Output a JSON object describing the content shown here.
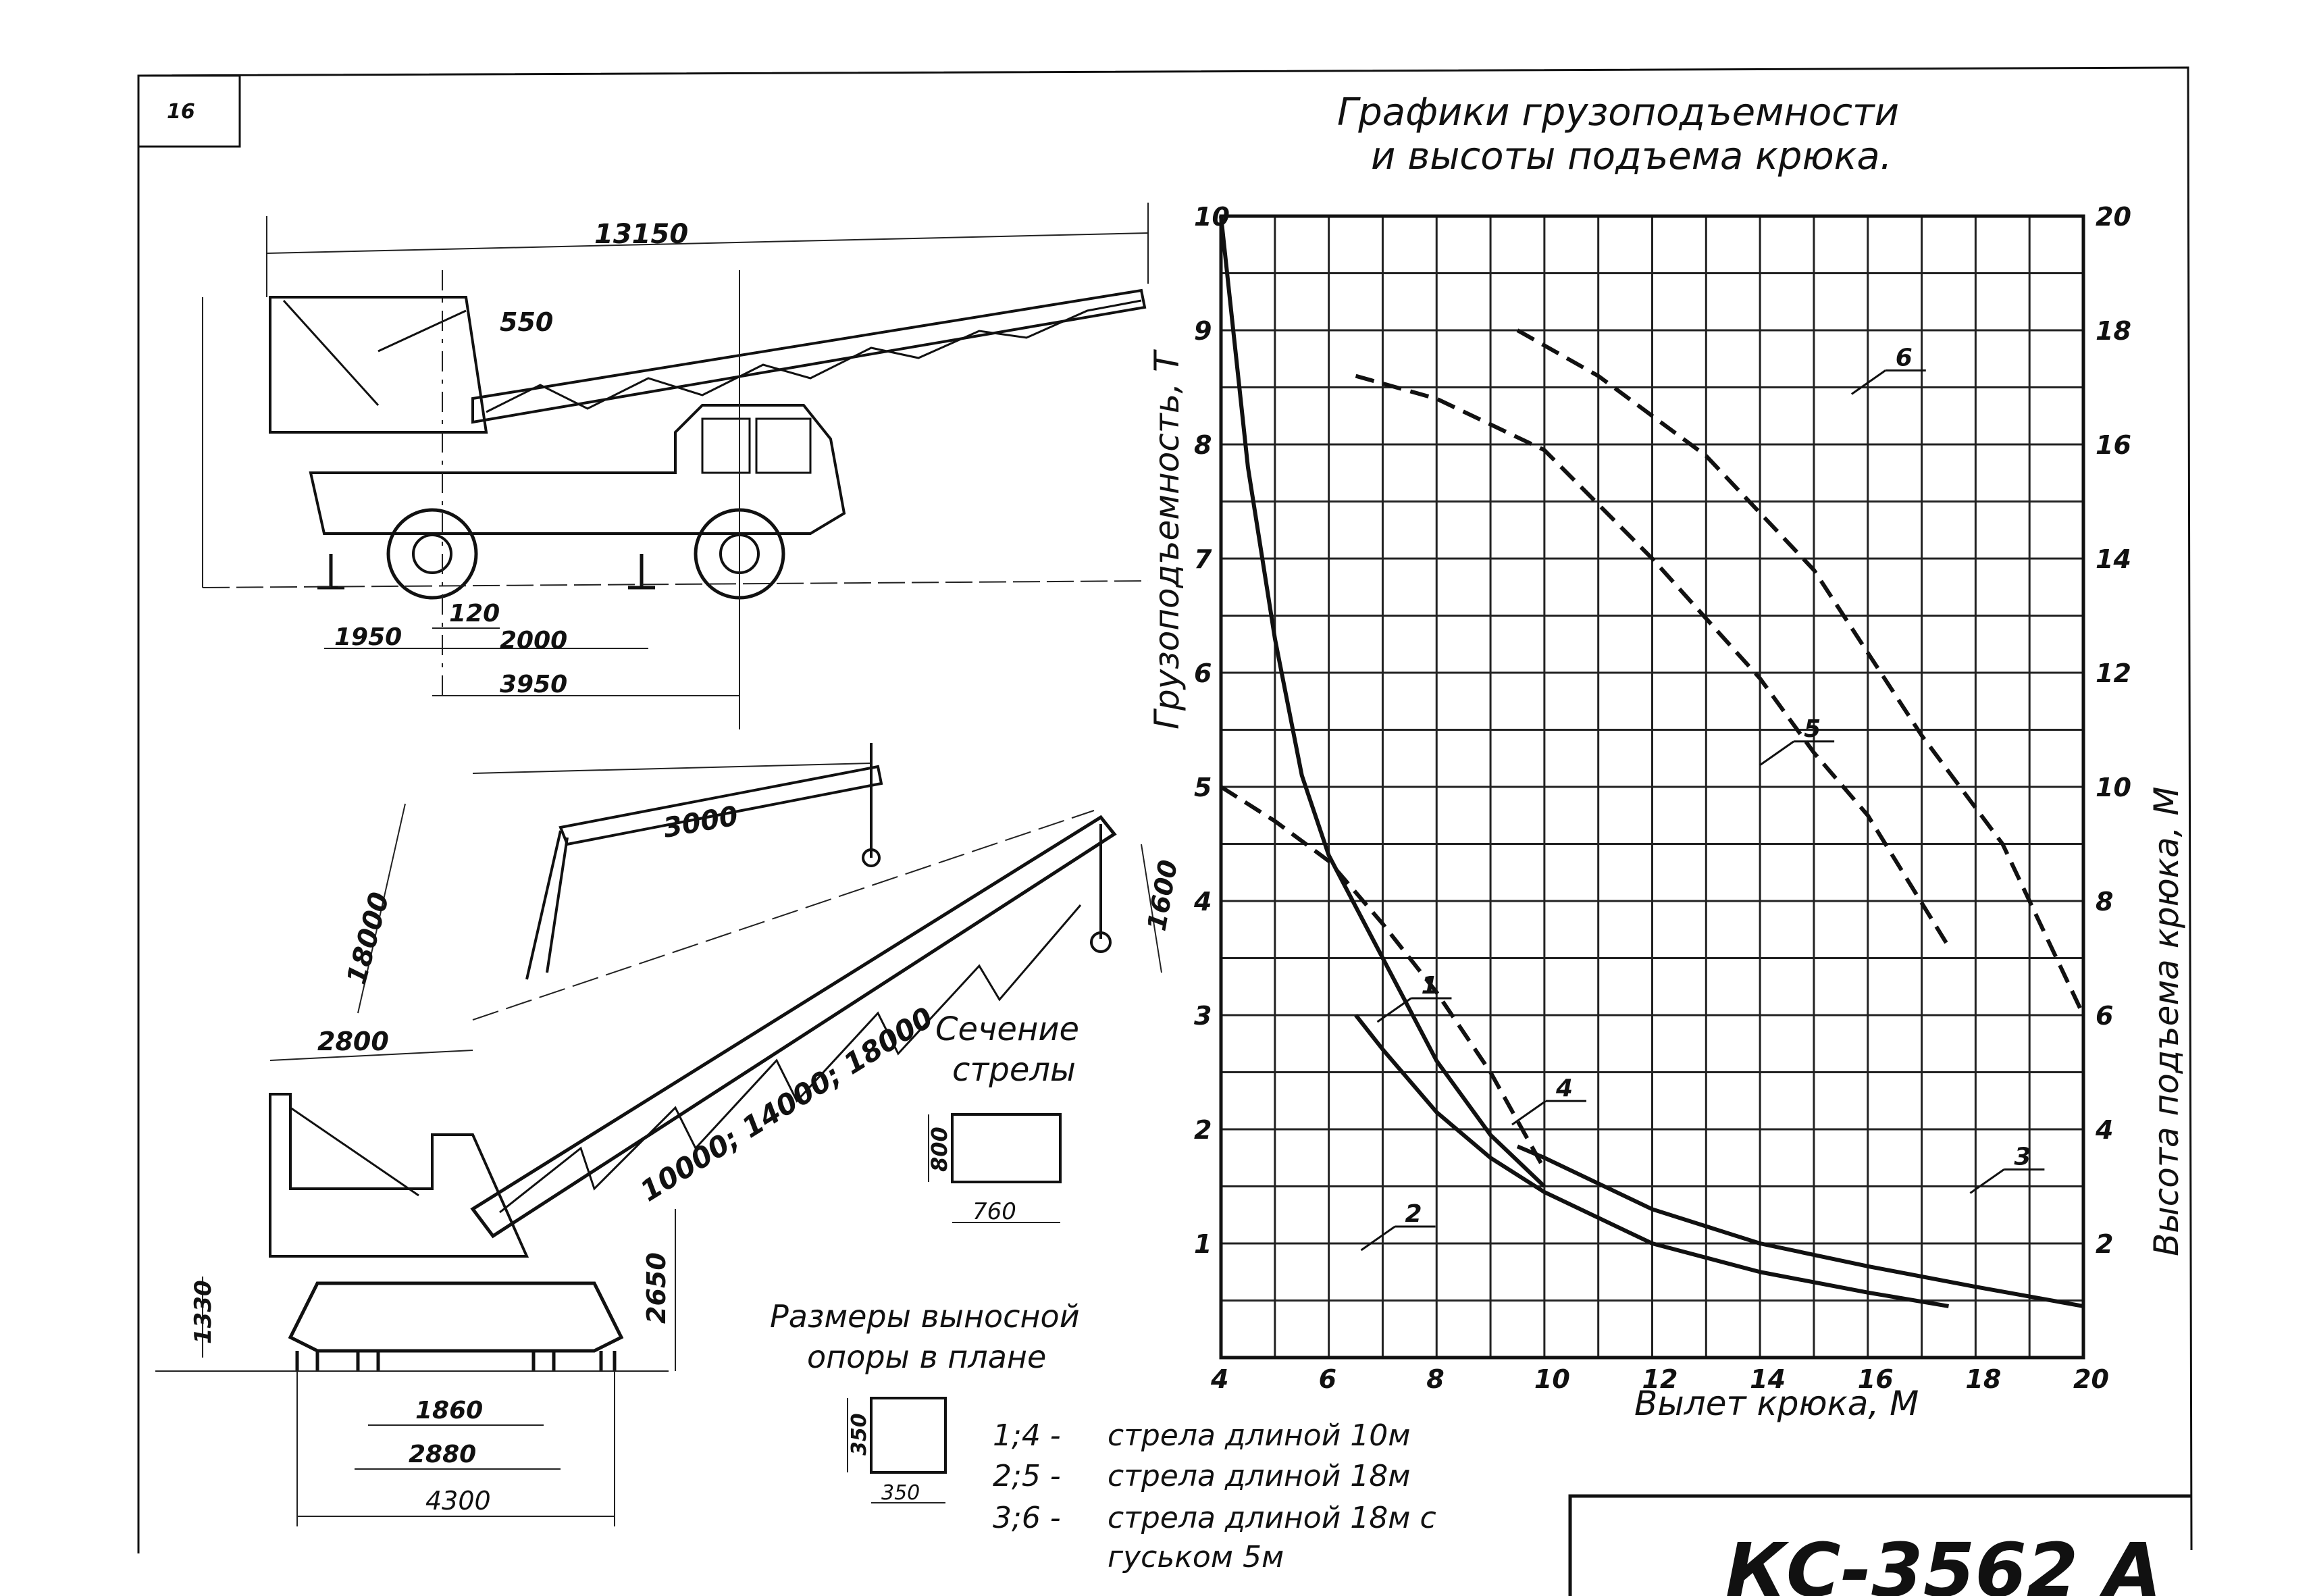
{
  "page_number": "16",
  "title_line1": "Графики грузоподъемности",
  "title_line2": "и высоты подъема крюка.",
  "dimensions": {
    "d13150": "13150",
    "d550": "550",
    "d120": "120",
    "d1950": "1950",
    "d2000": "2000",
    "d3950": "3950",
    "d3000": "3000",
    "d18000": "18000",
    "d1600": "1600",
    "d2800": "2800",
    "boom_lengths": "10000; 14000; 18000",
    "d1330": "1330",
    "d2650": "2650",
    "d1860": "1860",
    "d2880": "2880",
    "d4300": "4300"
  },
  "boom_section": {
    "title_line1": "Сечение",
    "title_line2": "стрелы",
    "height": "800",
    "width": "760"
  },
  "outrigger": {
    "title_line1": "Размеры выносной",
    "title_line2": "опоры в плане",
    "height": "350",
    "width": "350"
  },
  "legend": [
    {
      "id": "1;4 -",
      "text": "стрела длиной 10м"
    },
    {
      "id": "2;5 -",
      "text": "стрела длиной 18м"
    },
    {
      "id": "3;6 -",
      "text": "стрела длиной 18м с"
    },
    {
      "id": "",
      "text": "гуськом 5м"
    }
  ],
  "stamp": "КС-3562 А",
  "chart_data": {
    "type": "line",
    "xlabel": "Вылет крюка, М",
    "ylabel_left": "Грузоподъемность, Т",
    "ylabel_right": "Высота подъема крюка, М",
    "xlim": [
      4,
      20
    ],
    "ylim_left": [
      0,
      10
    ],
    "ylim_right": [
      0,
      20
    ],
    "x_ticks": [
      "4",
      "6",
      "8",
      "10",
      "12",
      "14",
      "16",
      "18",
      "20"
    ],
    "left_ticks": [
      "1",
      "2",
      "3",
      "4",
      "5",
      "6",
      "7",
      "8",
      "9",
      "10"
    ],
    "right_ticks": [
      "2",
      "4",
      "6",
      "8",
      "10",
      "12",
      "14",
      "16",
      "18",
      "20"
    ],
    "series": [
      {
        "name": "1",
        "axis": "left",
        "style": "solid",
        "color": "#111111",
        "x": [
          4,
          4.5,
          5,
          5.5,
          6,
          7,
          8,
          9,
          10
        ],
        "y": [
          10,
          7.8,
          6.3,
          5.1,
          4.4,
          3.5,
          2.6,
          1.95,
          1.5
        ]
      },
      {
        "name": "2",
        "axis": "left",
        "style": "solid",
        "color": "#111111",
        "x": [
          6.5,
          7,
          8,
          9,
          10,
          12,
          14,
          16,
          17.5
        ],
        "y": [
          3.0,
          2.7,
          2.15,
          1.75,
          1.45,
          1.0,
          0.75,
          0.57,
          0.45
        ]
      },
      {
        "name": "3",
        "axis": "left",
        "style": "solid",
        "color": "#111111",
        "x": [
          9.5,
          10,
          12,
          14,
          16,
          18,
          20
        ],
        "y": [
          1.85,
          1.75,
          1.3,
          1.0,
          0.8,
          0.62,
          0.45
        ]
      },
      {
        "name": "4",
        "axis": "right",
        "style": "dashed",
        "color": "#111111",
        "x": [
          4,
          5,
          6,
          7,
          8,
          9,
          10
        ],
        "y": [
          10,
          9.4,
          8.7,
          7.6,
          6.4,
          5.0,
          3.3
        ]
      },
      {
        "name": "5",
        "axis": "right",
        "style": "dashed",
        "color": "#111111",
        "x": [
          6.5,
          8,
          10,
          12,
          14,
          15,
          16,
          17.5
        ],
        "y": [
          17.2,
          16.8,
          15.9,
          14.0,
          11.9,
          10.6,
          9.5,
          7.2
        ]
      },
      {
        "name": "6",
        "axis": "right",
        "style": "dashed",
        "color": "#111111",
        "x": [
          9.5,
          11,
          13,
          15,
          17,
          18.5,
          20
        ],
        "y": [
          18.0,
          17.2,
          15.8,
          13.8,
          10.9,
          9.0,
          6.0
        ]
      }
    ],
    "series_labels_right_positions": {
      "1": [
        6.9,
        6.0
      ],
      "2": [
        6.6,
        2.0
      ],
      "3": [
        17.9,
        3.0
      ],
      "4": [
        9.4,
        4.2
      ],
      "5": [
        14.0,
        10.5
      ],
      "6": [
        15.7,
        17.0
      ]
    },
    "grid": true
  }
}
